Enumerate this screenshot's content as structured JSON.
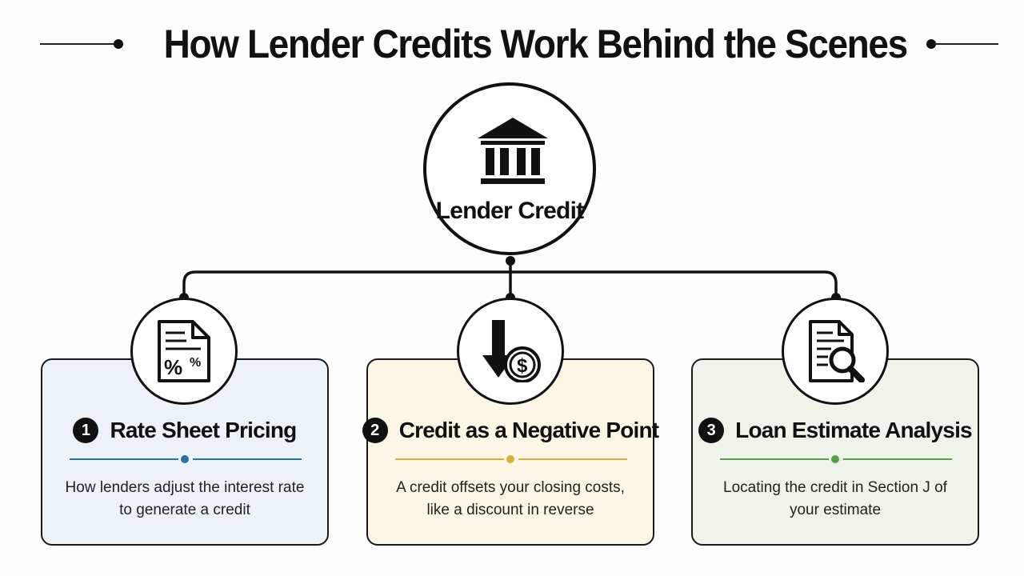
{
  "title": "How Lender Credits Work Behind the Scenes",
  "hub": {
    "label": "Lender Credit",
    "icon": "bank-icon"
  },
  "steps": [
    {
      "number": "1",
      "title": "Rate Sheet Pricing",
      "description": "How lenders adjust the interest rate to generate a credit",
      "icon": "rate-sheet-percent-icon",
      "accent": "#2c6ea8",
      "background": "#edf2f9"
    },
    {
      "number": "2",
      "title": "Credit as a Negative Point",
      "description": "A credit offsets your closing costs, like a discount in reverse",
      "icon": "down-arrow-dollar-icon",
      "accent": "#d3b33d",
      "background": "#fbf6e6"
    },
    {
      "number": "3",
      "title": "Loan Estimate Analysis",
      "description": "Locating the credit in Section J of your estimate",
      "icon": "document-magnifier-icon",
      "accent": "#5e9a4f",
      "background": "#eef4ea"
    }
  ]
}
